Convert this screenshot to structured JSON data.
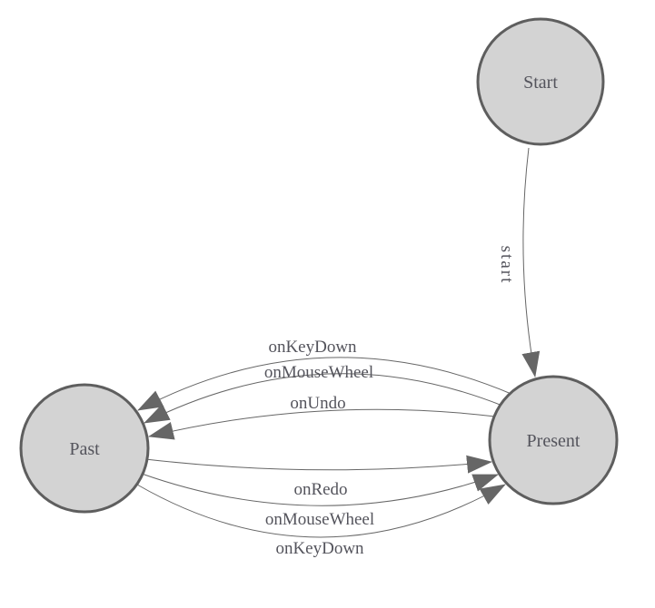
{
  "diagram": {
    "type": "state-machine",
    "colors": {
      "background": "#ffffff",
      "node_fill": "#d3d3d3",
      "node_stroke": "#5e5e5e",
      "edge": "#666666",
      "label": "#54545c"
    },
    "nodes": [
      {
        "id": "start",
        "label": "Start"
      },
      {
        "id": "present",
        "label": "Present"
      },
      {
        "id": "past",
        "label": "Past"
      }
    ],
    "edges": [
      {
        "from": "start",
        "to": "present",
        "label": "start"
      },
      {
        "from": "present",
        "to": "past",
        "label": "onKeyDown"
      },
      {
        "from": "present",
        "to": "past",
        "label": "onMouseWheel"
      },
      {
        "from": "present",
        "to": "past",
        "label": "onUndo"
      },
      {
        "from": "past",
        "to": "present",
        "label": "onRedo"
      },
      {
        "from": "past",
        "to": "present",
        "label": "onMouseWheel"
      },
      {
        "from": "past",
        "to": "present",
        "label": "onKeyDown"
      }
    ]
  }
}
